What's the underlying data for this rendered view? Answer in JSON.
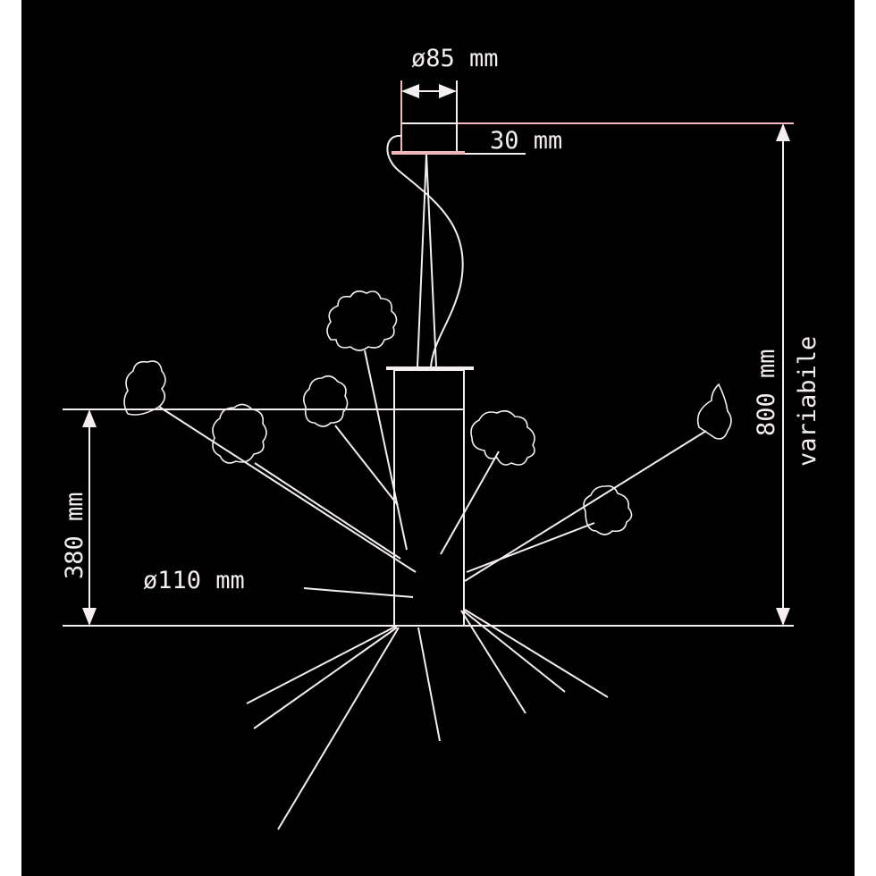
{
  "title": "Pendant lamp dimension drawing",
  "dimensions": {
    "canopy_diameter": "ø85 mm",
    "canopy_height": "30 mm",
    "total_height": "800 mm",
    "total_height_note": "variabile",
    "body_height": "380 mm",
    "body_diameter": "ø110 mm"
  },
  "colors": {
    "background": "#000000",
    "line": "#f4eeee",
    "accent": "#f0b8b8"
  }
}
